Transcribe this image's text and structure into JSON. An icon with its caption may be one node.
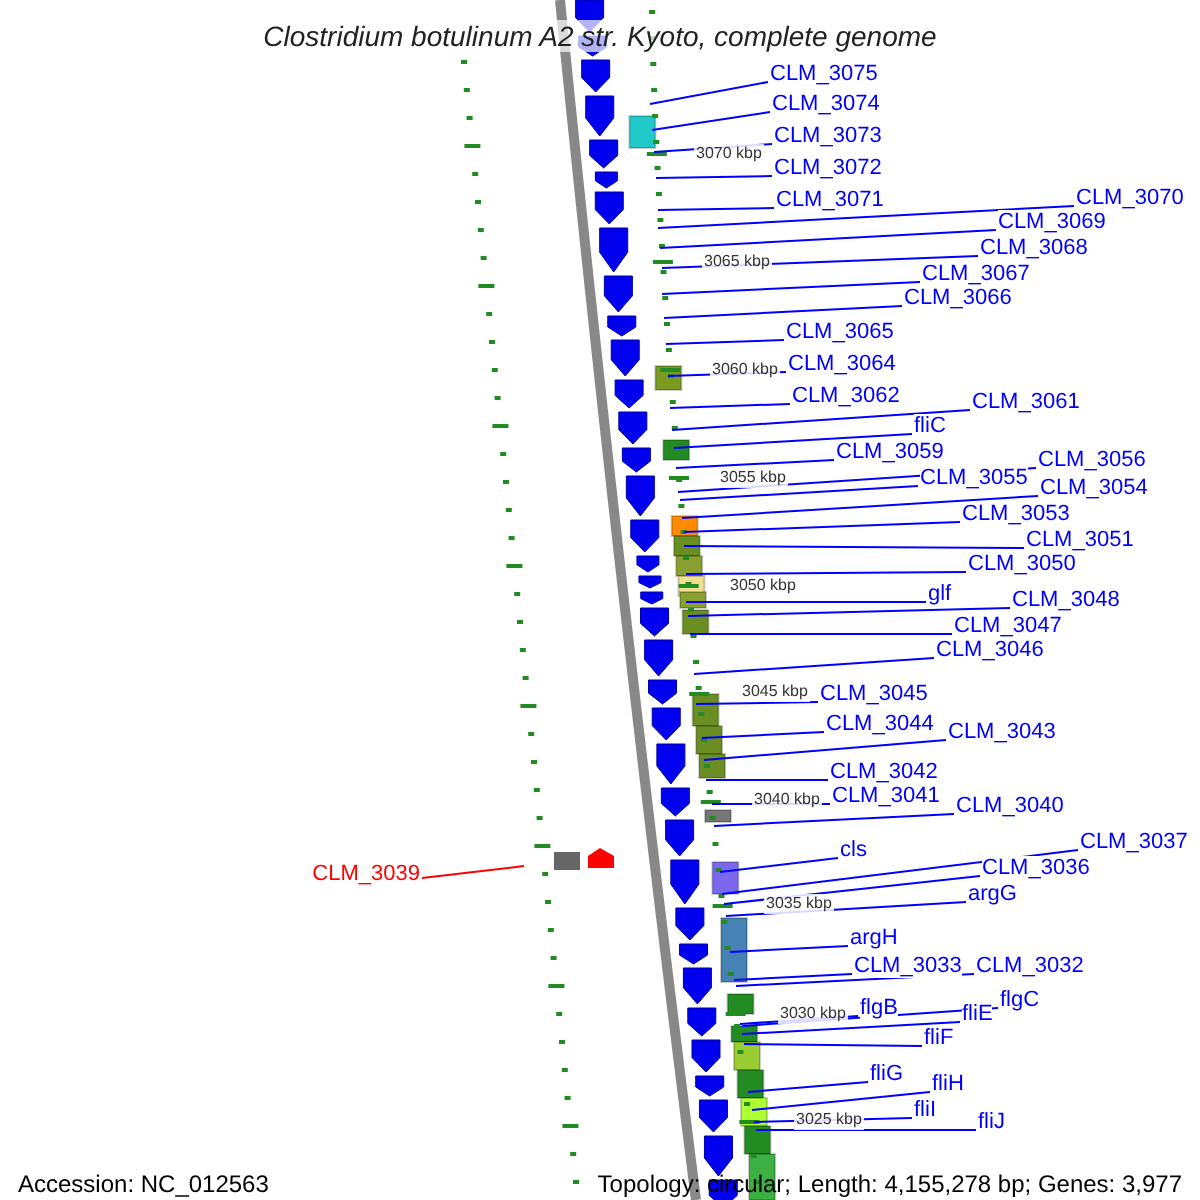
{
  "diagram": {
    "title": "Clostridium botulinum A2 str. Kyoto, complete genome",
    "nodes": [
      {
        "text": [
          "CLM_3075"
        ]
      },
      {
        "text": [
          "CLM_3074"
        ]
      },
      {
        "text": [
          "CLM_3073"
        ]
      },
      {
        "text": [
          "CLM_3072"
        ]
      },
      {
        "text": [
          "CLM_3071"
        ]
      },
      {
        "text": [
          "CLM_3070"
        ]
      },
      {
        "text": [
          "CLM_3069"
        ]
      },
      {
        "text": [
          "CLM_3068"
        ]
      },
      {
        "text": [
          "CLM_3067"
        ]
      },
      {
        "text": [
          "CLM_3066"
        ]
      },
      {
        "text": [
          "CLM_3065"
        ]
      },
      {
        "text": [
          "CLM_3064"
        ]
      },
      {
        "text": [
          "CLM_3062"
        ]
      },
      {
        "text": [
          "CLM_3061"
        ]
      },
      {
        "text": [
          "fliC"
        ]
      },
      {
        "text": [
          "CLM_3059"
        ]
      },
      {
        "text": [
          "CLM_3056"
        ]
      },
      {
        "text": [
          "CLM_3055"
        ]
      },
      {
        "text": [
          "CLM_3054"
        ]
      },
      {
        "text": [
          "CLM_3053"
        ]
      },
      {
        "text": [
          "CLM_3051"
        ]
      },
      {
        "text": [
          "CLM_3050"
        ]
      },
      {
        "text": [
          "glf"
        ]
      },
      {
        "text": [
          "CLM_3048"
        ]
      },
      {
        "text": [
          "CLM_3047"
        ]
      },
      {
        "text": [
          "CLM_3046"
        ]
      },
      {
        "text": [
          "CLM_3045"
        ]
      },
      {
        "text": [
          "CLM_3044"
        ]
      },
      {
        "text": [
          "CLM_3043"
        ]
      },
      {
        "text": [
          "CLM_3042"
        ]
      },
      {
        "text": [
          "CLM_3041"
        ]
      },
      {
        "text": [
          "CLM_3040"
        ]
      },
      {
        "text": [
          "CLM_3039"
        ]
      },
      {
        "text": [
          "cls"
        ]
      },
      {
        "text": [
          "CLM_3037"
        ]
      },
      {
        "text": [
          "CLM_3036"
        ]
      },
      {
        "text": [
          "argG"
        ]
      },
      {
        "text": [
          "argH"
        ]
      },
      {
        "text": [
          "CLM_3033"
        ]
      },
      {
        "text": [
          "CLM_3032"
        ]
      },
      {
        "text": [
          "flgB"
        ]
      },
      {
        "text": [
          "flgC"
        ]
      },
      {
        "text": [
          "fliE"
        ]
      },
      {
        "text": [
          "fliF"
        ]
      },
      {
        "text": [
          "fliG"
        ]
      },
      {
        "text": [
          "fliH"
        ]
      },
      {
        "text": [
          "fliI"
        ]
      },
      {
        "text": [
          "fliJ"
        ]
      }
    ],
    "edges": [
      {
        "from": 0,
        "to": null,
        "arrow": "none"
      },
      {
        "from": 1,
        "to": null,
        "arrow": "none"
      },
      {
        "from": 2,
        "to": null,
        "arrow": "none"
      },
      {
        "from": 3,
        "to": null,
        "arrow": "none"
      },
      {
        "from": 4,
        "to": null,
        "arrow": "none"
      },
      {
        "from": 5,
        "to": null,
        "arrow": "none"
      },
      {
        "from": 6,
        "to": null,
        "arrow": "none"
      },
      {
        "from": 7,
        "to": null,
        "arrow": "none"
      },
      {
        "from": 8,
        "to": null,
        "arrow": "none"
      },
      {
        "from": 9,
        "to": null,
        "arrow": "none"
      },
      {
        "from": 10,
        "to": null,
        "arrow": "none"
      },
      {
        "from": 11,
        "to": null,
        "arrow": "none"
      },
      {
        "from": 12,
        "to": null,
        "arrow": "none"
      },
      {
        "from": 13,
        "to": null,
        "arrow": "none"
      },
      {
        "from": 14,
        "to": null,
        "arrow": "none"
      },
      {
        "from": 15,
        "to": null,
        "arrow": "none"
      },
      {
        "from": 16,
        "to": null,
        "arrow": "none"
      },
      {
        "from": 17,
        "to": null,
        "arrow": "none"
      },
      {
        "from": 18,
        "to": null,
        "arrow": "none"
      },
      {
        "from": 19,
        "to": null,
        "arrow": "none"
      },
      {
        "from": 20,
        "to": null,
        "arrow": "none"
      },
      {
        "from": 21,
        "to": null,
        "arrow": "none"
      },
      {
        "from": 22,
        "to": null,
        "arrow": "none"
      },
      {
        "from": 23,
        "to": null,
        "arrow": "none"
      },
      {
        "from": 24,
        "to": null,
        "arrow": "none"
      },
      {
        "from": 25,
        "to": null,
        "arrow": "none"
      },
      {
        "from": 26,
        "to": null,
        "arrow": "none"
      },
      {
        "from": 27,
        "to": null,
        "arrow": "none"
      },
      {
        "from": 28,
        "to": null,
        "arrow": "none"
      },
      {
        "from": 29,
        "to": null,
        "arrow": "none"
      },
      {
        "from": 30,
        "to": null,
        "arrow": "none"
      },
      {
        "from": 31,
        "to": null,
        "arrow": "none"
      },
      {
        "from": 32,
        "to": null,
        "arrow": "none",
        "color": "#ff0000"
      },
      {
        "from": 33,
        "to": null,
        "arrow": "none"
      },
      {
        "from": 34,
        "to": null,
        "arrow": "none"
      },
      {
        "from": 35,
        "to": null,
        "arrow": "none"
      },
      {
        "from": 36,
        "to": null,
        "arrow": "none"
      },
      {
        "from": 37,
        "to": null,
        "arrow": "none"
      },
      {
        "from": 38,
        "to": null,
        "arrow": "none"
      },
      {
        "from": 39,
        "to": null,
        "arrow": "none"
      },
      {
        "from": 40,
        "to": null,
        "arrow": "none"
      },
      {
        "from": 41,
        "to": null,
        "arrow": "none"
      },
      {
        "from": 42,
        "to": null,
        "arrow": "none"
      },
      {
        "from": 43,
        "to": null,
        "arrow": "none"
      },
      {
        "from": 44,
        "to": null,
        "arrow": "none"
      },
      {
        "from": 45,
        "to": null,
        "arrow": "none"
      },
      {
        "from": 46,
        "to": null,
        "arrow": "none"
      },
      {
        "from": 47,
        "to": null,
        "arrow": "none"
      }
    ],
    "labels": [
      "3070 kbp",
      "3065 kbp",
      "3060 kbp",
      "3055 kbp",
      "3050 kbp",
      "3045 kbp",
      "3040 kbp",
      "3035 kbp",
      "3030 kbp",
      "3025 kbp",
      "Accession: NC_012563",
      "Topology: circular; Length: 4,155,278 bp; Genes: 3,977"
    ]
  }
}
